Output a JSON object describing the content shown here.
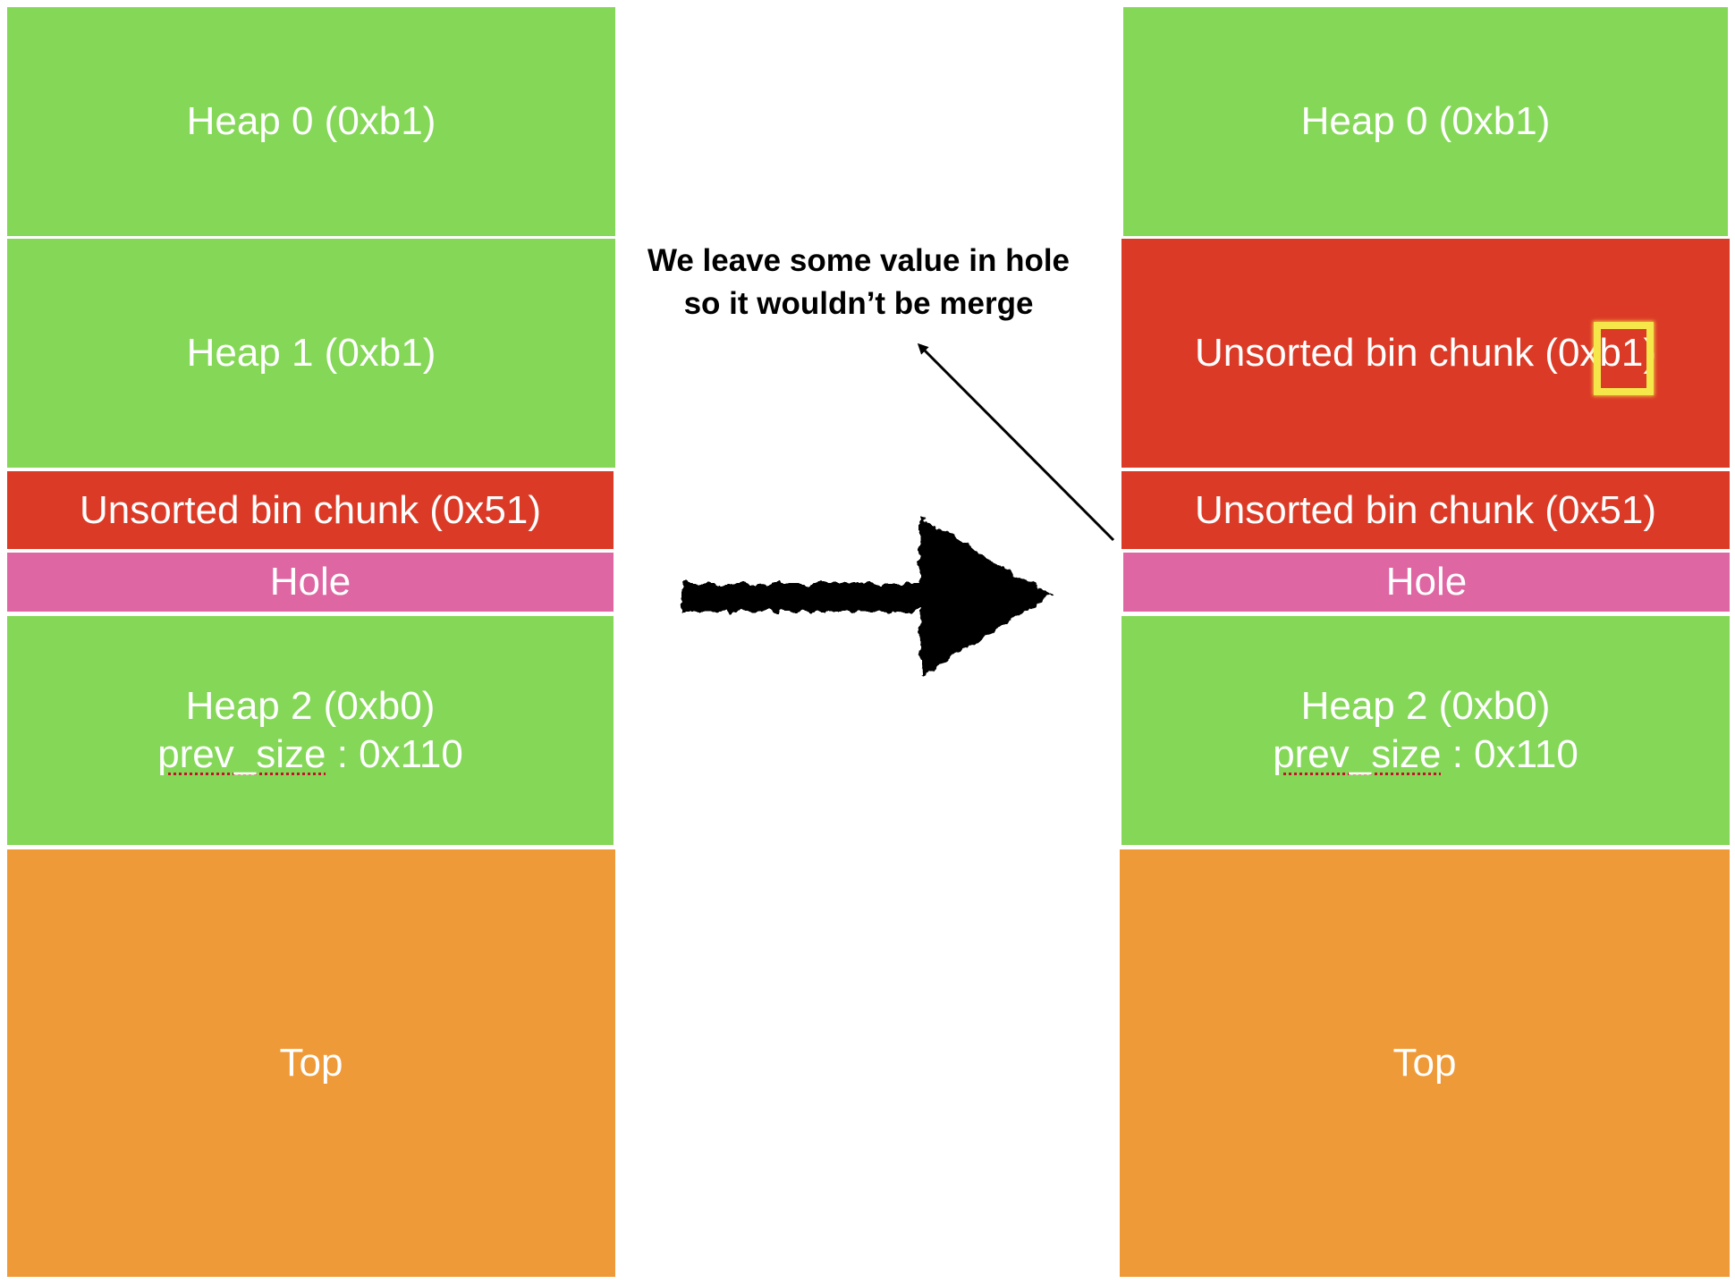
{
  "colors": {
    "heap_green": "#84d757",
    "chunk_red": "#db3a26",
    "hole_pink": "#de67a3",
    "top_orange": "#ef9a38",
    "text_white": "#ffffff",
    "highlight_yellow": "#f5e64a",
    "arrow_black": "#000000"
  },
  "left": {
    "heap0": "Heap 0 (0xb1)",
    "heap1": "Heap 1 (0xb1)",
    "unsorted_51": "Unsorted bin chunk (0x51)",
    "hole": "Hole",
    "heap2": "Heap 2 (0xb0)",
    "prev_size_name": "prev_size",
    "prev_size_value": " : 0x110",
    "top": "Top"
  },
  "right": {
    "heap0": "Heap 0 (0xb1)",
    "unsorted_b1_prefix": "Unsorted bin chunk (0x",
    "unsorted_b1_highlight": "b1",
    "unsorted_b1_suffix": ")",
    "unsorted_51": "Unsorted bin chunk (0x51)",
    "hole": "Hole",
    "heap2": "Heap 2 (0xb0)",
    "prev_size_name": "prev_size",
    "prev_size_value": " : 0x110",
    "top": "Top"
  },
  "annotation": {
    "line1": "We leave some value in hole",
    "line2": "so it wouldn’t be merge"
  }
}
